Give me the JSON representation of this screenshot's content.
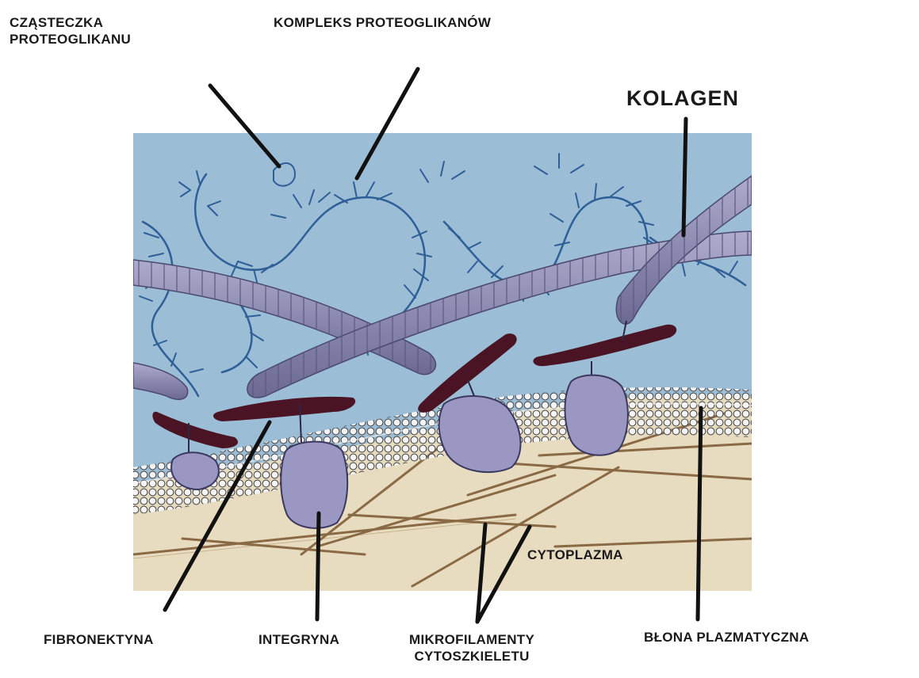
{
  "labels": {
    "czasteczka_line1": "CZĄSTECZKA",
    "czasteczka_line2": "PROTEOGLIKANU",
    "kompleks": "KOMPLEKS PROTEOGLIKANÓW",
    "kolagen": "KOLAGEN",
    "cytoplazma": "CYTOPLAZMA",
    "fibronektyna": "FIBRONEKTYNA",
    "integryna": "INTEGRYNA",
    "mikrofilamenty_line1": "MIKROFILAMENTY",
    "mikrofilamenty_line2": "CYTOSZKIELETU",
    "blona": "BŁONA PLAZMATYCZNA"
  },
  "colors": {
    "ecm_background": "#9cbdd6",
    "cytoplasm": "#e8dcc0",
    "collagen": "#8c89b0",
    "fibronectin": "#4a1424",
    "integrin": "#9a98c2",
    "proteoglycan": "#2f5f97",
    "microfilament": "#8a6a45",
    "pointer": "#111111"
  }
}
